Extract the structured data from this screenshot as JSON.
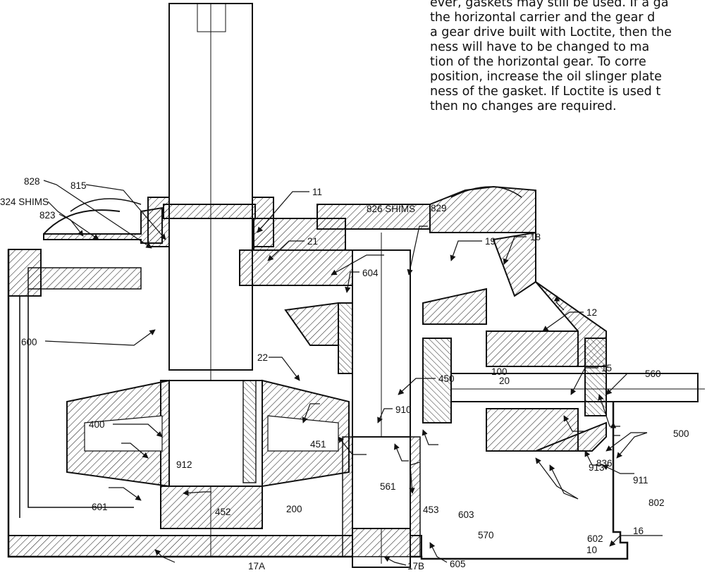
{
  "note": {
    "lines": [
      "ever, gaskets may still be used. If a ga",
      "the horizontal carrier and the gear d",
      "a gear drive built with Loctite, then the",
      "ness will have to be changed to ma",
      "tion of the horizontal gear. To  corre",
      "position, increase the oil slinger plate",
      "ness of the gasket.  If Loctite is used t",
      "then no changes are required."
    ]
  },
  "labels": {
    "l828": "828",
    "l815": "815",
    "l824": "324 SHIMS",
    "l823": "823",
    "l11": "11",
    "l21": "21",
    "l826": "826 SHIMS",
    "l829": "829",
    "l19": "19",
    "l18": "18",
    "l604": "604",
    "l12": "12",
    "l600": "600",
    "l22": "22",
    "l450": "450",
    "l910": "910",
    "l100": "100",
    "l20": "20",
    "l15": "15",
    "l560": "560",
    "l400": "400",
    "l451": "451",
    "l911": "911",
    "l500": "500",
    "l912": "912",
    "l913": "913",
    "l836": "836",
    "l561": "561",
    "l802": "802",
    "l603": "603",
    "l200": "200",
    "l453": "453",
    "l570": "570",
    "l16": "16",
    "l601": "601",
    "l452": "452",
    "l602": "602",
    "l10": "10",
    "l17a": "17A",
    "l17b": "17B",
    "l605": "605"
  }
}
